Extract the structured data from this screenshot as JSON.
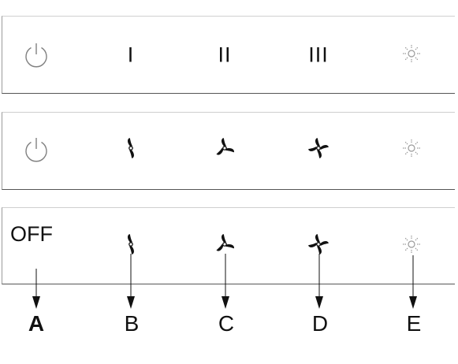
{
  "panel_top": {
    "speed_1_label": "I",
    "speed_2_label": "II",
    "speed_3_label": "III",
    "power_icon": "power-icon",
    "light_icon": "light-icon"
  },
  "panel_middle": {
    "power_icon": "power-icon",
    "fan_icons": [
      "fan-speed-1-icon",
      "fan-speed-2-icon",
      "fan-speed-3-icon"
    ],
    "light_icon": "light-icon"
  },
  "panel_bottom": {
    "off_label": "OFF",
    "fan_icons": [
      "fan-speed-1-icon",
      "fan-speed-2-icon",
      "fan-speed-3-icon"
    ],
    "light_icon": "light-icon"
  },
  "callouts": {
    "a": "A",
    "b": "B",
    "c": "C",
    "d": "D",
    "e": "E"
  },
  "colors": {
    "stroke": "#111111",
    "light_icon": "#9a9a9a",
    "power_icon": "#777777"
  }
}
